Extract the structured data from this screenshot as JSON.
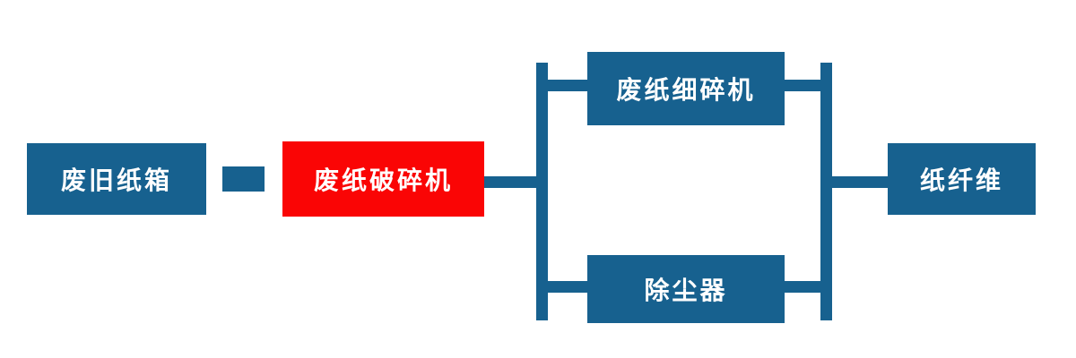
{
  "diagram_type": "process-flowchart",
  "nodes": {
    "waste_cardboard": {
      "label": "废旧纸箱",
      "color": "#17618f"
    },
    "paper_crusher": {
      "label": "废纸破碎机",
      "color": "#fa0505"
    },
    "fine_crusher": {
      "label": "废纸细碎机",
      "color": "#17618f"
    },
    "dust_collector": {
      "label": "除尘器",
      "color": "#17618f"
    },
    "paper_fiber": {
      "label": "纸纤维",
      "color": "#17618f"
    }
  },
  "colors": {
    "blue": "#17618f",
    "red": "#fa0505",
    "text": "#ffffff",
    "background": "#ffffff"
  }
}
